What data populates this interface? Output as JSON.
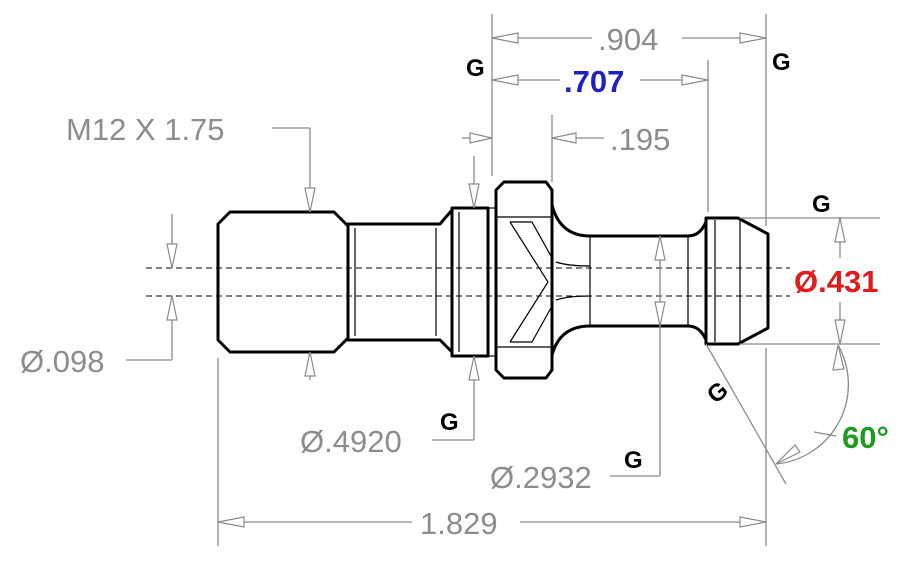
{
  "dimensions": {
    "d904": ".904",
    "d707": ".707",
    "d195": ".195",
    "thread": "M12 X 1.75",
    "dia098": "Ø.098",
    "dia4920": "Ø.4920",
    "dia2932": "Ø.2932",
    "dia431": "Ø.431",
    "angle60": "60°",
    "len1829": "1.829"
  },
  "gdt_marker": "G",
  "colors": {
    "dimension_gray": "#8c8c8c",
    "highlight_blue": "#1f1fc8",
    "highlight_red": "#e01b1b",
    "highlight_green": "#1e9a1e"
  }
}
